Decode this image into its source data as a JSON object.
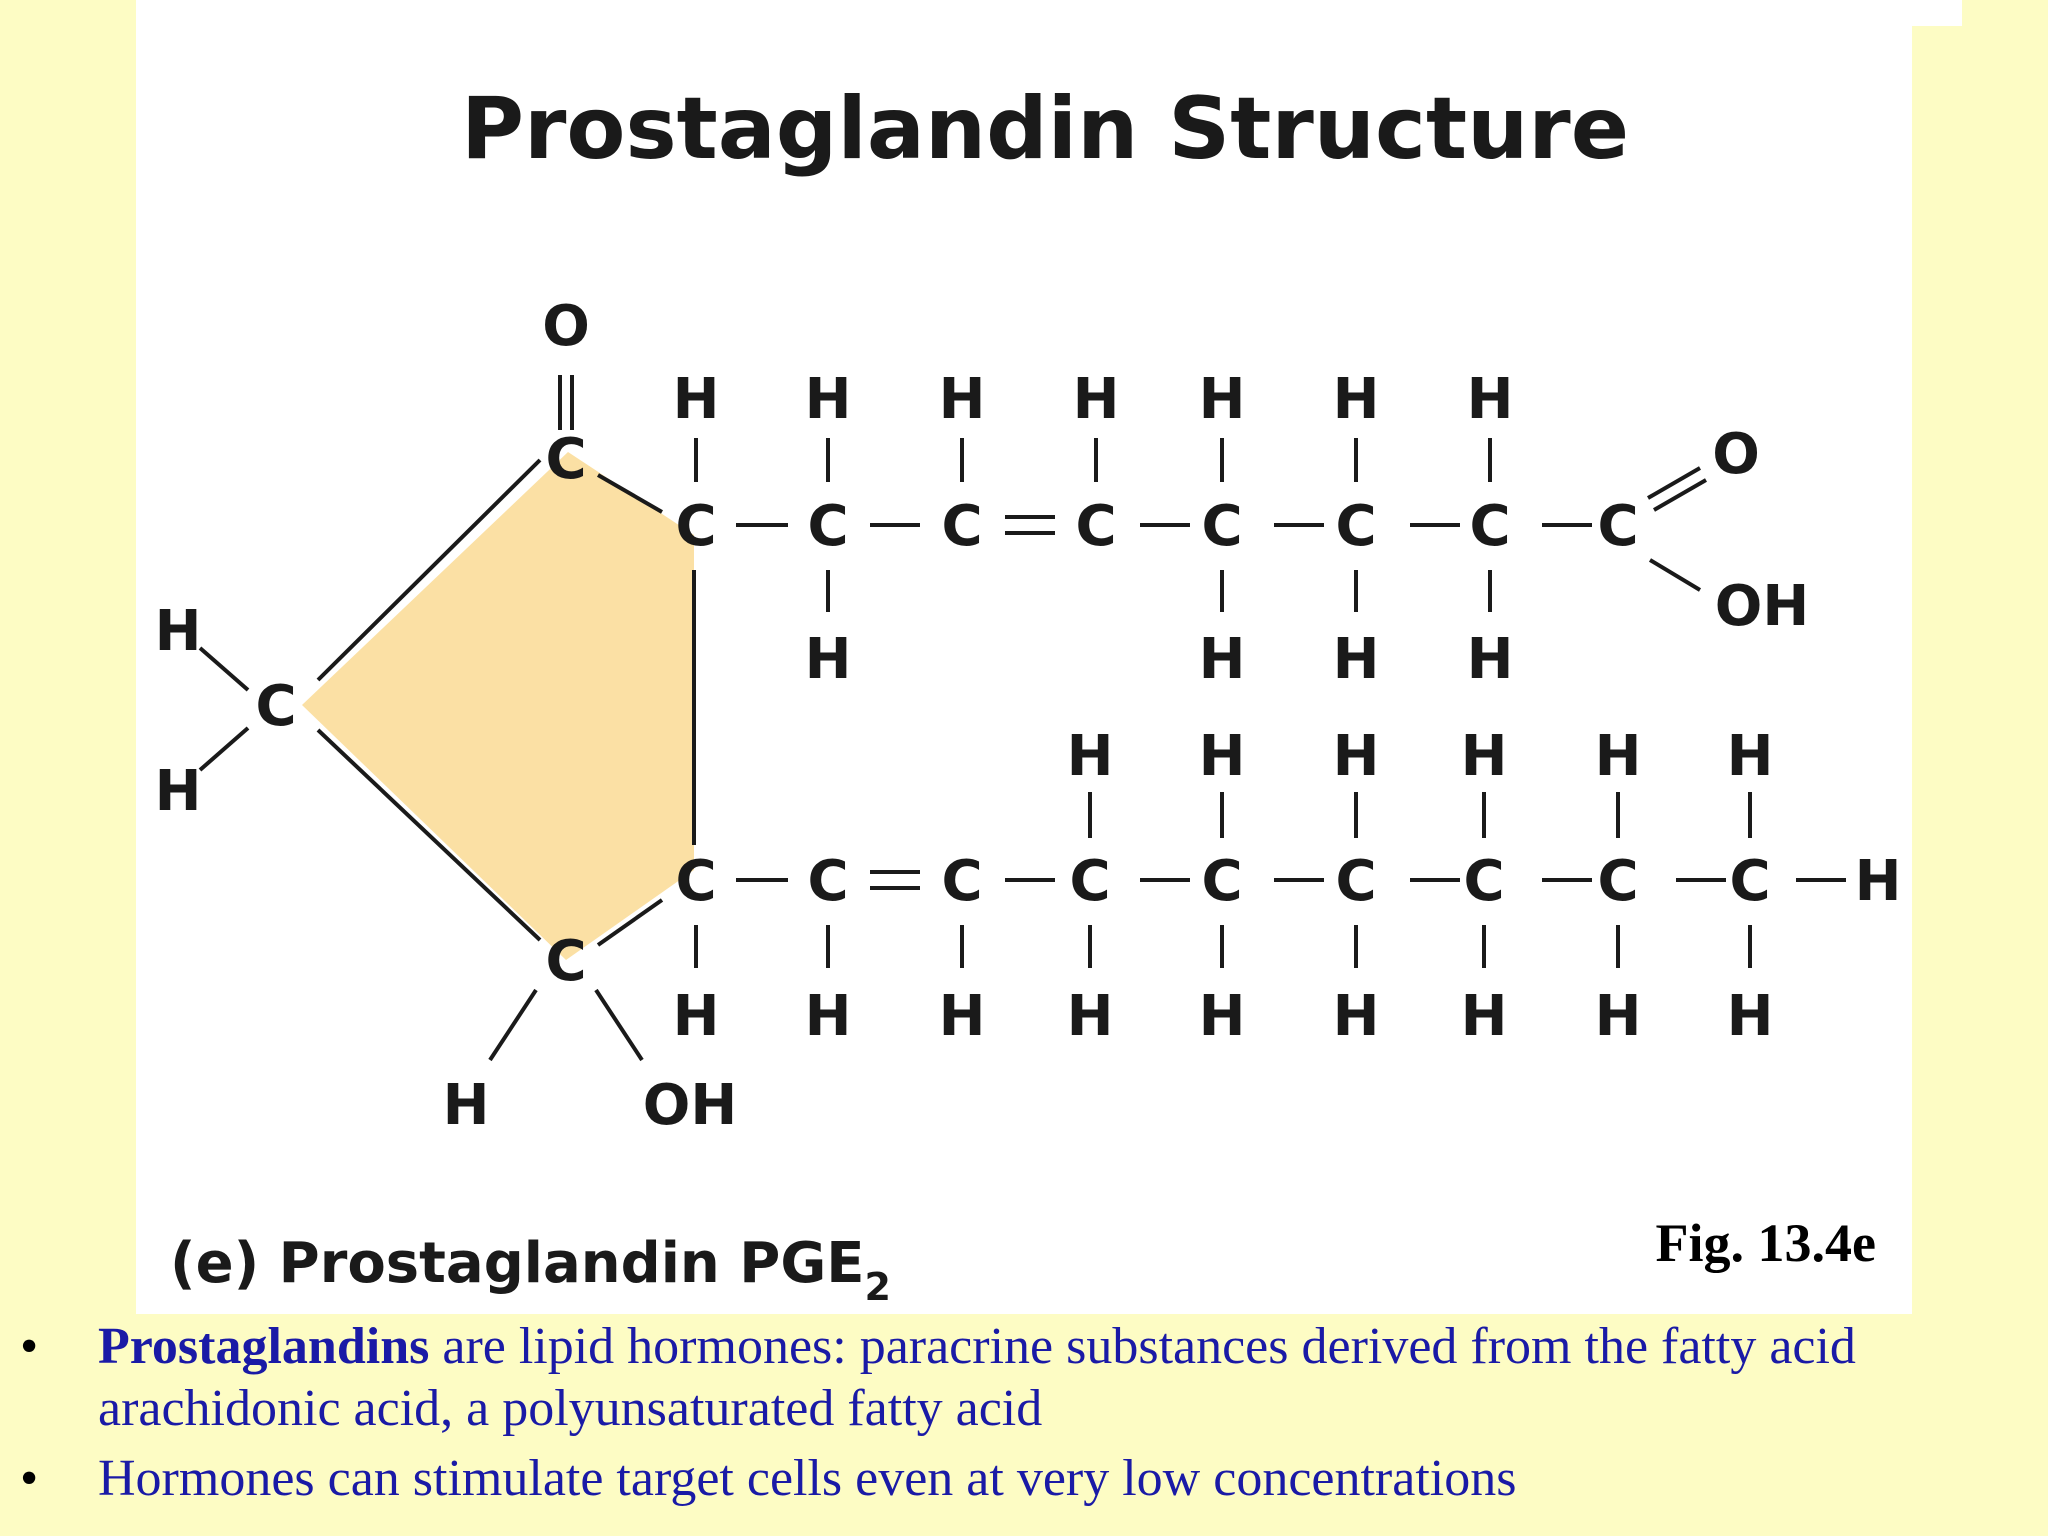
{
  "diagram": {
    "title": "Prostaglandin Structure",
    "caption_prefix": "(e) Prostaglandin PGE",
    "caption_subscript": "2",
    "figure_label": "Fig. 13.4e",
    "atoms": {
      "carbon": "C",
      "hydrogen": "H",
      "oxygen": "O",
      "hydroxyl": "OH",
      "carbon_hydrogen_end": "C—H"
    },
    "ring_fill": "#fbe0a4"
  },
  "bullets": [
    {
      "bold": "Prostaglandins",
      "text": " are lipid hormones: paracrine substances derived from the fatty acid arachidonic acid, a polyunsaturated fatty acid"
    },
    {
      "bold": "",
      "text": "Hormones can stimulate target cells even at very low concentrations"
    }
  ],
  "bullet_symbol": "•"
}
